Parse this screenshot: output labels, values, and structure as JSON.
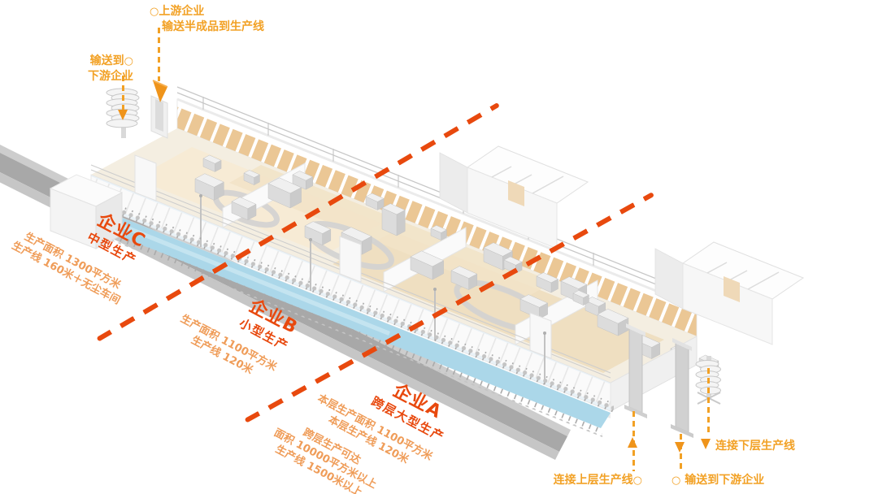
{
  "flows": {
    "upstream": {
      "marker": "○",
      "line1": "上游企业",
      "line2": "输送半成品到生产线"
    },
    "downstream_left": {
      "line1": "输送到",
      "marker": "○",
      "line2": "下游企业"
    },
    "connect_upper": {
      "label": "连接上层生产线",
      "marker": "○"
    },
    "downstream_bottom": {
      "marker": "○",
      "label": "输送到下游企业"
    },
    "connect_lower": {
      "label": "连接下层生产线"
    }
  },
  "zones": [
    {
      "id": "zone-c",
      "title": "企业C",
      "subtitle": "中型生产",
      "details": [
        "生产面积 1300平方米",
        "生产线 160米＋无尘车间"
      ]
    },
    {
      "id": "zone-b",
      "title": "企业B",
      "subtitle": "小型生产",
      "details": [
        "生产面积 1100平方米",
        "生产线 120米"
      ]
    },
    {
      "id": "zone-a",
      "title": "企业A",
      "subtitle": "跨层大型生产",
      "details": [
        "本层生产面积 1100平方米",
        "本层生产线 120米"
      ],
      "details_extra": [
        "跨层生产可达",
        "面积 10000平方米以上",
        "生产线 1500米以上"
      ]
    }
  ],
  "colors": {
    "zone_accent": "#E8490E",
    "zone_detail": "#EF9C58",
    "flow_label": "#F2A125",
    "flow_arrow": "#EF941B",
    "road": "#A8A8A8",
    "water": "#ABD7E9",
    "floor_tan": "#EFDFC1",
    "window_pane": "#EBC795"
  }
}
